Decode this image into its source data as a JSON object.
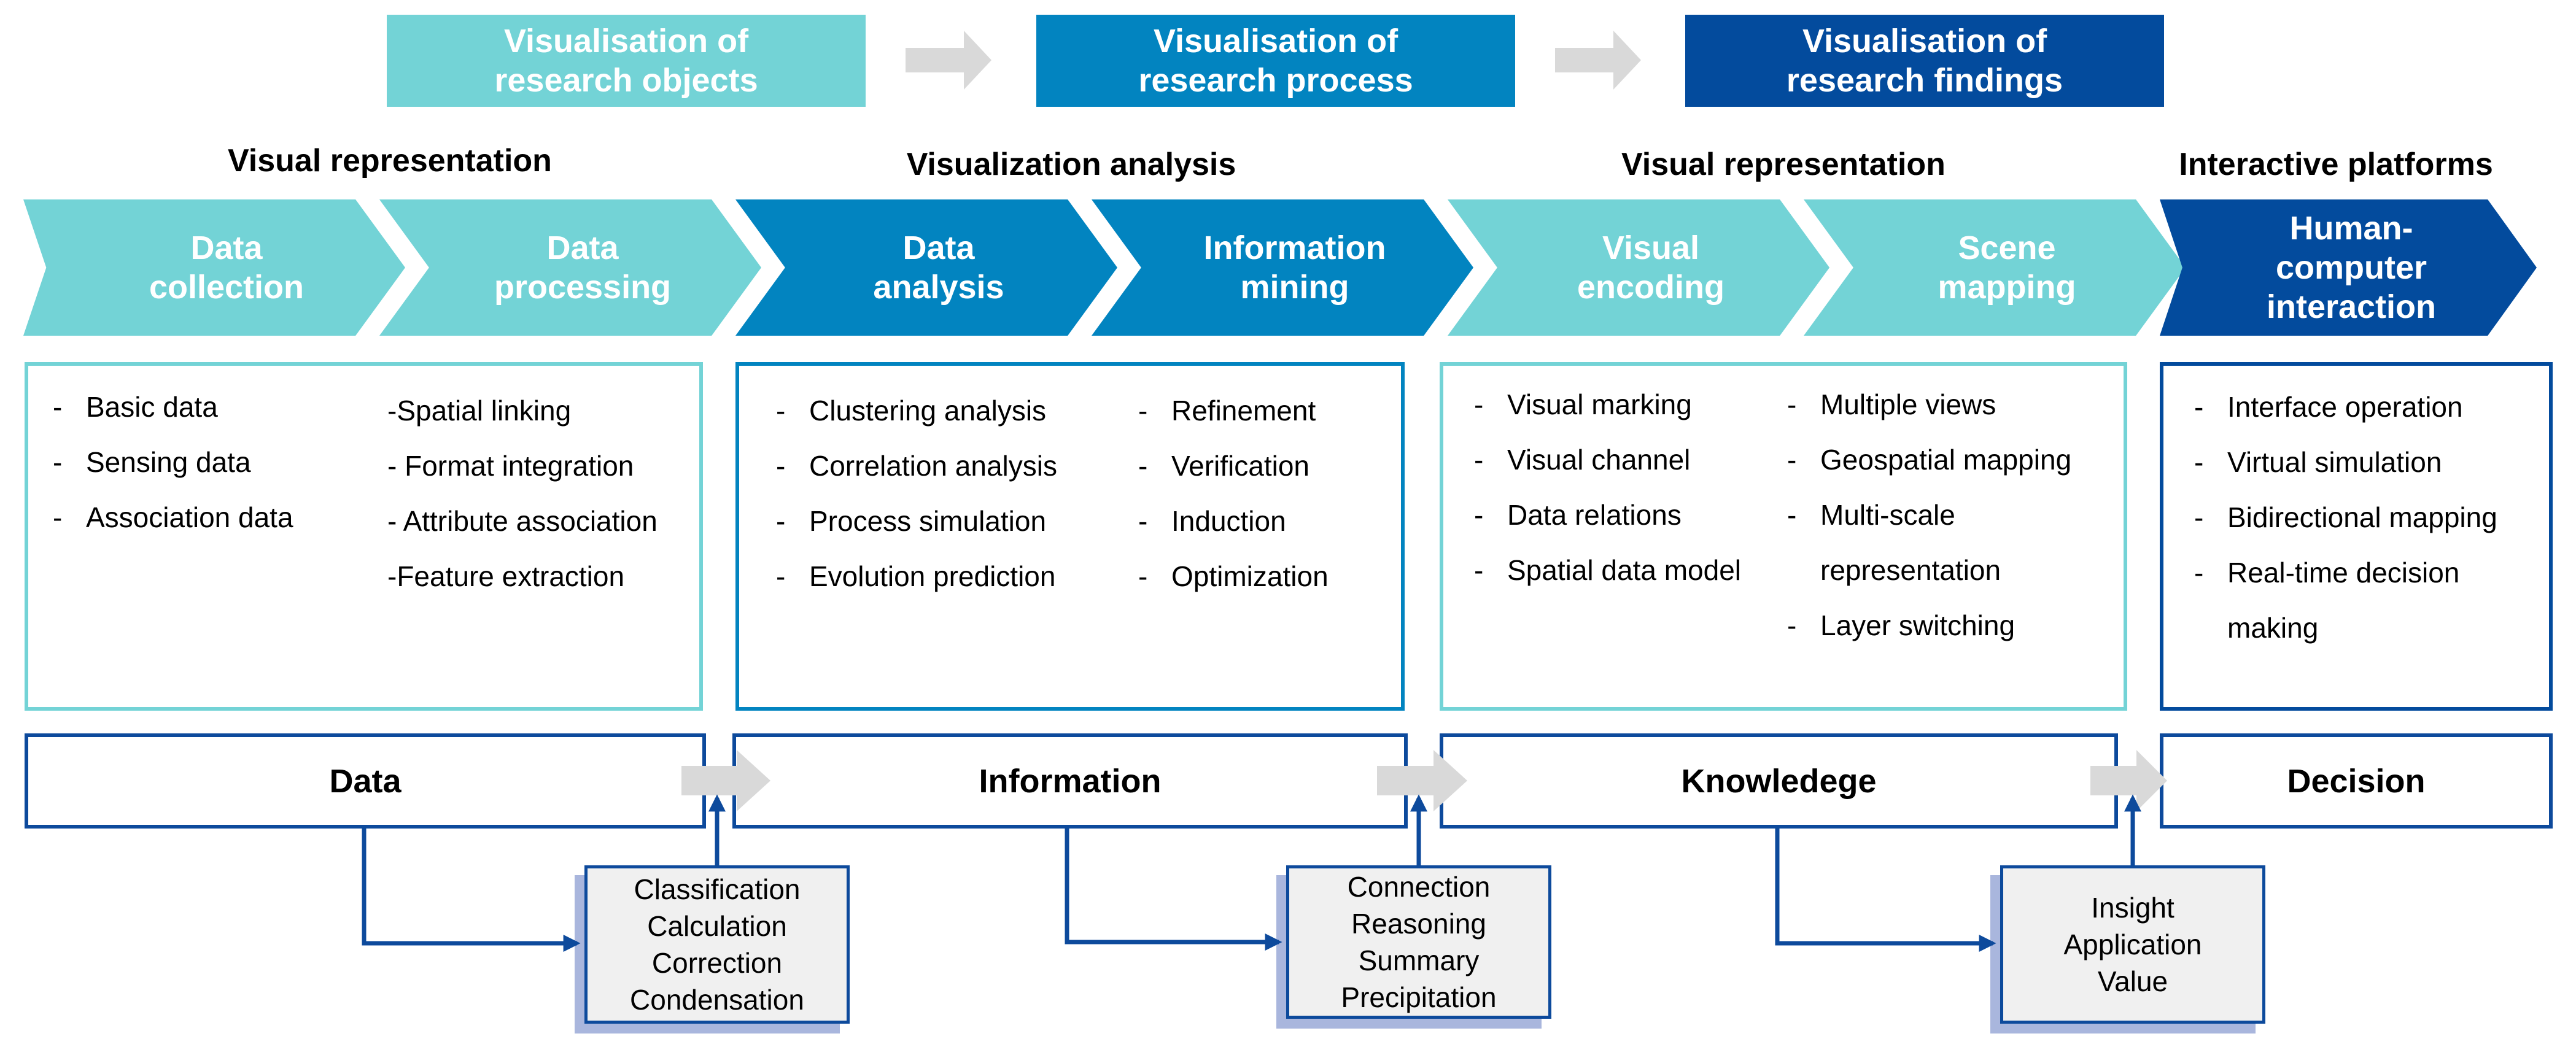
{
  "colors": {
    "light": "#73d3d6",
    "mid": "#0284c0",
    "dark": "#034b9d",
    "connector": "#0d4a9c",
    "arrow_grey": "#d9d9d9"
  },
  "stages": [
    {
      "label": "Visualisation of research objects"
    },
    {
      "label": "Visualisation of research process"
    },
    {
      "label": "Visualisation of research findings"
    }
  ],
  "headings": {
    "visual_representation_left": "Visual representation",
    "visualization_analysis": "Visualization analysis",
    "visual_representation_right": "Visual representation",
    "interactive_platforms": "Interactive platforms"
  },
  "steps": [
    {
      "label": "Data collection"
    },
    {
      "label": "Data processing"
    },
    {
      "label": "Data analysis"
    },
    {
      "label": "Information mining"
    },
    {
      "label": "Visual encoding"
    },
    {
      "label": "Scene mapping"
    },
    {
      "label": "Human-computer interaction"
    }
  ],
  "panels": {
    "p1": {
      "col_a": [
        "Basic data",
        "Sensing data",
        "Association data"
      ],
      "col_b": [
        "Spatial linking",
        "Format integration",
        "Attribute association",
        "Feature extraction"
      ]
    },
    "p2": {
      "col_a": [
        "Clustering analysis",
        "Correlation analysis",
        "Process simulation",
        "Evolution prediction"
      ],
      "col_b": [
        "Refinement",
        "Verification",
        "Induction",
        "Optimization"
      ]
    },
    "p3": {
      "col_a": [
        "Visual marking",
        "Visual channel",
        "Data relations",
        "Spatial data model"
      ],
      "col_b": [
        "Multiple views",
        "Geospatial mapping",
        "Multi-scale",
        "representation",
        "Layer switching"
      ]
    },
    "p4": {
      "col_a": [
        "Interface operation",
        "Virtual simulation",
        "Bidirectional mapping",
        "Real-time decision",
        "making"
      ]
    }
  },
  "levels": [
    "Data",
    "Information",
    "Knowledege",
    "Decision"
  ],
  "transformations": [
    [
      "Classification",
      "Calculation",
      "Correction",
      "Condensation"
    ],
    [
      "Connection",
      "Reasoning",
      "Summary",
      "Precipitation"
    ],
    [
      "Insight",
      "Application",
      "Value"
    ]
  ]
}
